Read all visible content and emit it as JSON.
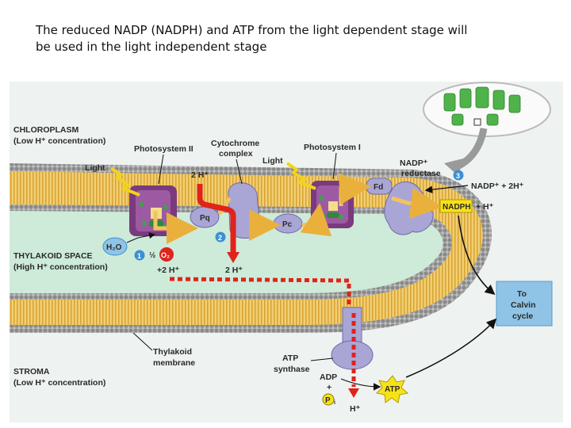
{
  "heading": {
    "line1": "The reduced NADP (NADPH) and ATP from the light dependent stage will",
    "line2": "be used in the light independent stage"
  },
  "labels": {
    "chloroplast": "CHLOROPLASM",
    "chloroplast_conc": "(Low H⁺ concentration)",
    "photosystem_2": "Photosystem II",
    "cytochrome_1": "Cytochrome",
    "cytochrome_2": "complex",
    "photosystem_1": "Photosystem I",
    "light_1": "Light",
    "light_2": "Light",
    "nadp_reductase_1": "NADP⁺",
    "nadp_reductase_2": "reductase",
    "two_h_top": "2 H⁺",
    "pq": "Pq",
    "pc": "Pc",
    "fd": "Fd",
    "nadp_plus": "NADP⁺ + 2H⁺",
    "nadph": "NADPH",
    "nadph_h": "+ H⁺",
    "water": "H₂O",
    "half_o2_frac": "½",
    "o2": "O₂",
    "plus_2h": "+2 H⁺",
    "two_h_bottom": "2 H⁺",
    "thylakoid_space": "THYLAKOID SPACE",
    "thylakoid_space_conc": "(High H⁺ concentration)",
    "calvin": [
      "To",
      "Calvin",
      "cycle"
    ],
    "thylakoid_membrane_1": "Thylakoid",
    "thylakoid_membrane_2": "membrane",
    "atp_synthase_1": "ATP",
    "atp_synthase_2": "synthase",
    "adp": "ADP",
    "adp_plus": "+",
    "pi": "P",
    "pi_sub": "i",
    "atp": "ATP",
    "h_bottom": "H⁺",
    "step1": "1",
    "step2": "2",
    "step3": "3",
    "stroma": "STROMA",
    "stroma_conc": "(Low H⁺ concentration)"
  },
  "colors": {
    "membrane_head": "#8f8f8f",
    "membrane_tail": "#e6b640",
    "lumen": "#cdebd8",
    "stroma_bg": "#eef2f1",
    "protein": "#a9a6d6",
    "protein_dark": "#7a3b7e",
    "electron_path": "#f2c45e",
    "proton_arrow": "#e0231b",
    "calvin_box": "#8fc4e6",
    "atp_star": "#f7e21a",
    "step_circle": "#3b8fd4"
  }
}
